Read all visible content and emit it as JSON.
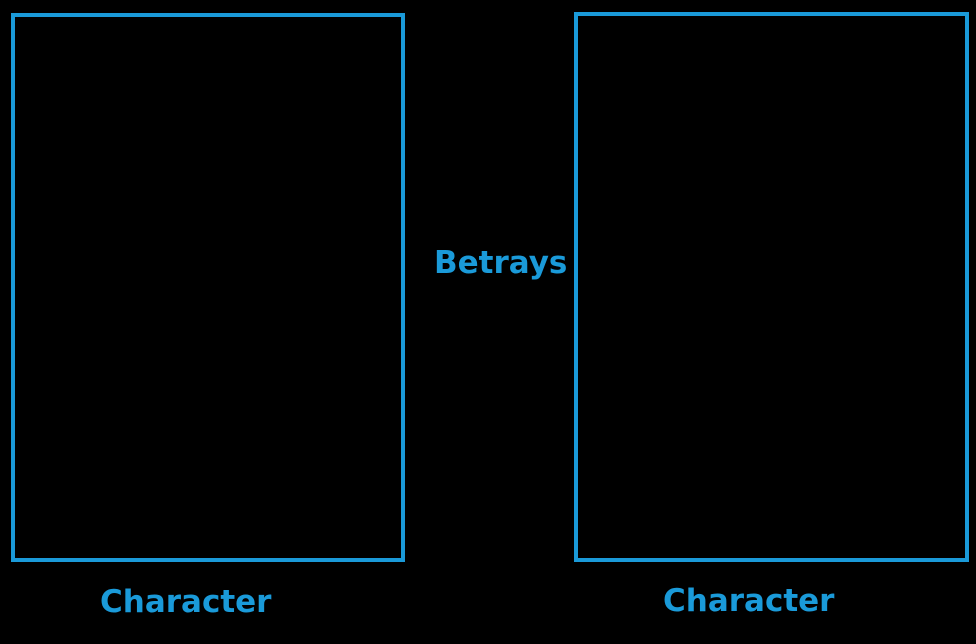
{
  "meme": {
    "left_label": "Character",
    "right_label": "Character",
    "center_label": "Betrays"
  },
  "colors": {
    "background": "#000000",
    "accent": "#1a9ad9"
  }
}
